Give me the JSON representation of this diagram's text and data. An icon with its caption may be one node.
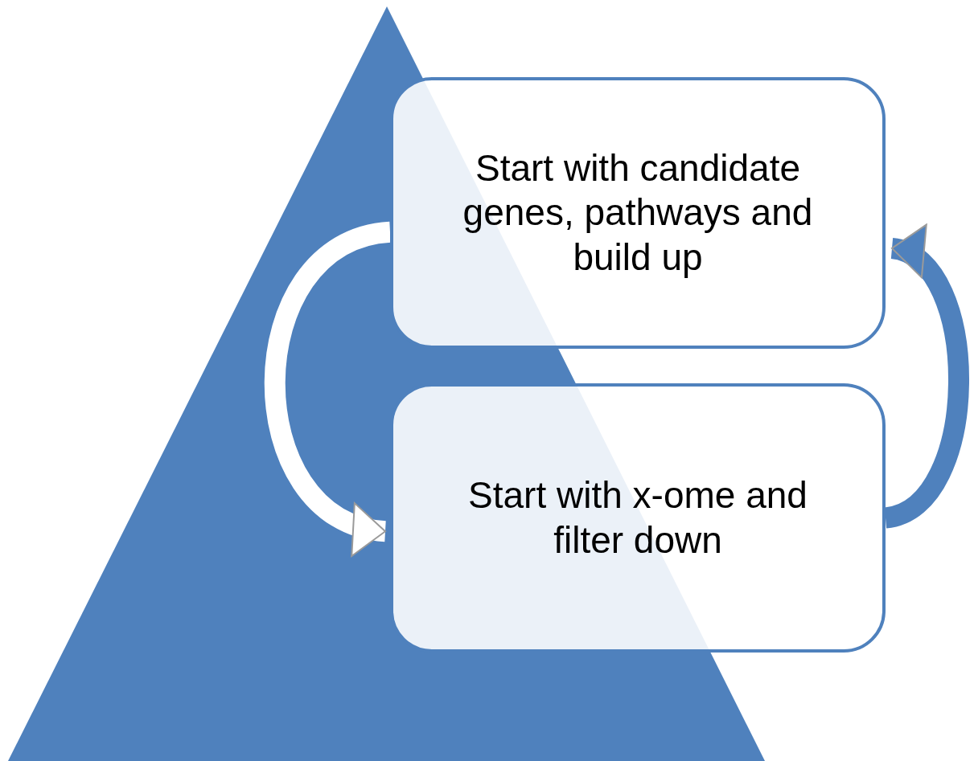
{
  "diagram": {
    "nodes": [
      {
        "text": [
          "Start with candidate genes, pathways and build up"
        ]
      },
      {
        "text": [
          "Start with x-ome and filter down"
        ]
      }
    ],
    "edges": [
      {
        "from": 0,
        "to": 1,
        "arrow": "to",
        "color": "#ffffff"
      },
      {
        "from": 1,
        "to": 0,
        "arrow": "to",
        "color": "#4f81bd"
      }
    ]
  }
}
